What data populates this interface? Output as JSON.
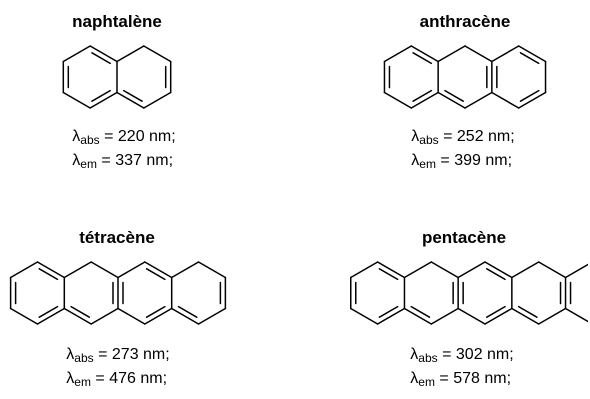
{
  "compounds": [
    {
      "name": "naphtalène",
      "rings": 2,
      "abs": {
        "symbol": "λ",
        "sub": "abs",
        "value": "= 220 nm;"
      },
      "em": {
        "symbol": "λ",
        "sub": "em",
        "value": "= 337 nm;"
      }
    },
    {
      "name": "anthracène",
      "rings": 3,
      "abs": {
        "symbol": "λ",
        "sub": "abs",
        "value": "= 252 nm;"
      },
      "em": {
        "symbol": "λ",
        "sub": "em",
        "value": "= 399 nm;"
      }
    },
    {
      "name": "tétracène",
      "rings": 4,
      "abs": {
        "symbol": "λ",
        "sub": "abs",
        "value": "= 273 nm;"
      },
      "em": {
        "symbol": "λ",
        "sub": "em",
        "value": "= 476 nm;"
      }
    },
    {
      "name": "pentacène",
      "rings": 5,
      "abs": {
        "symbol": "λ",
        "sub": "abs",
        "value": "= 302 nm;"
      },
      "em": {
        "symbol": "λ",
        "sub": "em",
        "value": "= 578 nm;"
      }
    }
  ]
}
